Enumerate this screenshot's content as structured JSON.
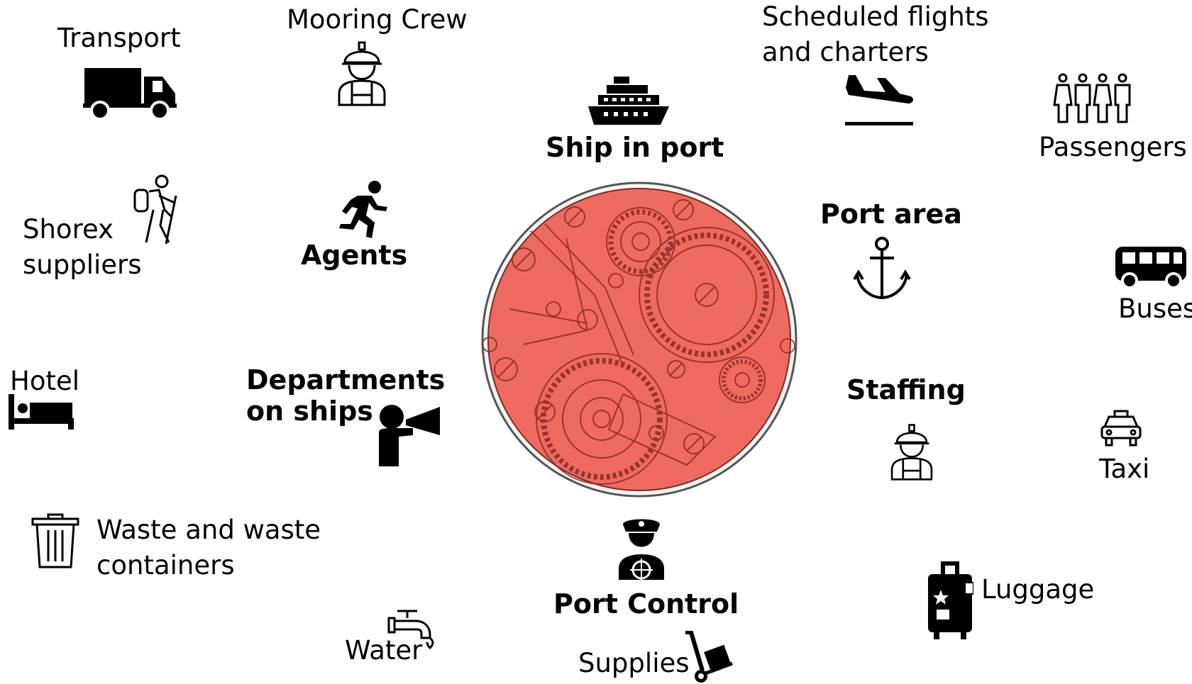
{
  "hub": {
    "icon": "clockwork-gears-icon",
    "color": "#ef6a5e"
  },
  "nodes": {
    "transport": {
      "label": "Transport",
      "icon": "truck-icon"
    },
    "mooring_crew": {
      "label": "Mooring Crew",
      "icon": "worker-icon"
    },
    "scheduled_flights": {
      "label_line1": "Scheduled flights",
      "label_line2": "and charters",
      "icon": "airplane-landing-icon"
    },
    "passengers": {
      "label": "Passengers",
      "icon": "people-group-icon"
    },
    "ship_in_port": {
      "label": "Ship in port",
      "icon": "cruise-ship-icon"
    },
    "shorex_suppliers": {
      "label_line1": "Shorex",
      "label_line2": "suppliers",
      "icon": "hiker-icon"
    },
    "agents": {
      "label": "Agents",
      "icon": "runner-icon"
    },
    "port_area": {
      "label": "Port area",
      "icon": "anchor-icon"
    },
    "buses": {
      "label": "Buses",
      "icon": "bus-icon"
    },
    "hotel": {
      "label": "Hotel",
      "icon": "bed-icon"
    },
    "departments_on_ships": {
      "label_line1": "Departments",
      "label_line2": "on ships",
      "icon": "megaphone-person-icon"
    },
    "staffing": {
      "label": "Staffing",
      "icon": "worker-icon"
    },
    "taxi": {
      "label": "Taxi",
      "icon": "taxi-icon"
    },
    "waste": {
      "label_line1": "Waste and waste",
      "label_line2": "containers",
      "icon": "trash-bin-icon"
    },
    "port_control": {
      "label": "Port Control",
      "icon": "captain-icon"
    },
    "luggage": {
      "label": "Luggage",
      "icon": "suitcase-icon"
    },
    "water": {
      "label": "Water",
      "icon": "water-tap-icon"
    },
    "supplies": {
      "label": "Supplies",
      "icon": "hand-truck-icon"
    }
  }
}
